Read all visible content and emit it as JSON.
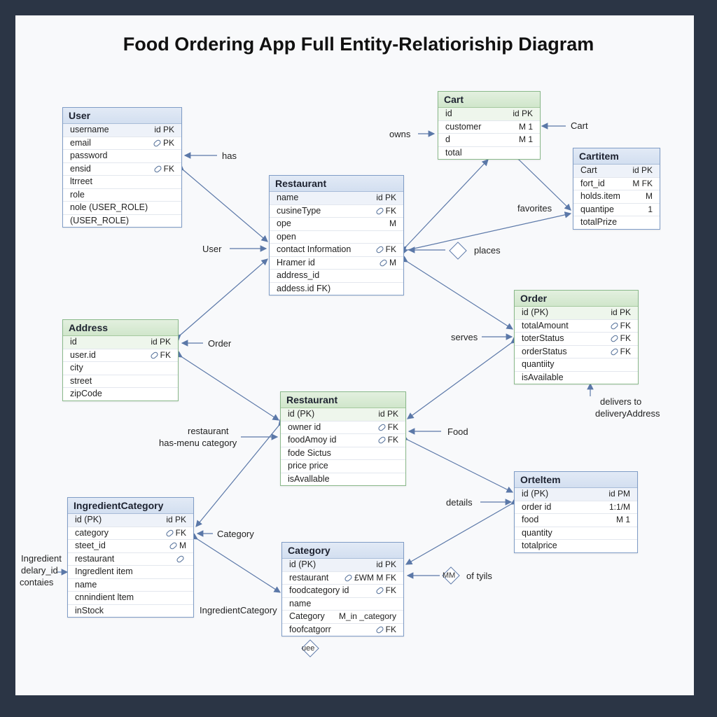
{
  "title": "Food Ordering App Full Entity-Relatioriship Diagram",
  "entities": {
    "user": {
      "name": "User",
      "rows": [
        {
          "field": "username",
          "key": "id PK"
        },
        {
          "field": "email",
          "key": "PK",
          "link": true
        },
        {
          "field": "password",
          "key": ""
        },
        {
          "field": "ensid",
          "key": "FK",
          "link": true
        },
        {
          "field": "ltrreet",
          "key": ""
        },
        {
          "field": "role",
          "key": ""
        },
        {
          "field": "nole (USER_ROLE)",
          "key": ""
        },
        {
          "field": "(USER_ROLE)",
          "key": ""
        }
      ]
    },
    "restaurant1": {
      "name": "Restaurant",
      "rows": [
        {
          "field": "name",
          "key": "id PK"
        },
        {
          "field": "cusineType",
          "key": "FK",
          "link": true
        },
        {
          "field": "ope",
          "key": "M"
        },
        {
          "field": "open",
          "key": ""
        },
        {
          "field": "contact Information",
          "key": "FK",
          "link": true
        },
        {
          "field": "Hramer id",
          "key": "M",
          "link": true
        },
        {
          "field": "address_id",
          "key": ""
        },
        {
          "field": "addess.id FK)",
          "key": ""
        }
      ]
    },
    "cart": {
      "name": "Cart",
      "rows": [
        {
          "field": "id",
          "key": "id PK"
        },
        {
          "field": "customer",
          "key": "M 1"
        },
        {
          "field": "d",
          "key": "M 1"
        },
        {
          "field": "total",
          "key": ""
        }
      ]
    },
    "cartitem": {
      "name": "Cartitem",
      "rows": [
        {
          "field": "Cart",
          "key": "id PK"
        },
        {
          "field": "fort_id",
          "key": "M FK"
        },
        {
          "field": "holds.item",
          "key": "M"
        },
        {
          "field": "quantipe",
          "key": "1"
        },
        {
          "field": "totalPrize",
          "key": ""
        }
      ]
    },
    "address": {
      "name": "Address",
      "rows": [
        {
          "field": "id",
          "key": "id PK"
        },
        {
          "field": "user.id",
          "key": "FK",
          "link": true
        },
        {
          "field": "city",
          "key": ""
        },
        {
          "field": "street",
          "key": ""
        },
        {
          "field": "zipCode",
          "key": ""
        }
      ]
    },
    "order": {
      "name": "Order",
      "rows": [
        {
          "field": "id (PK)",
          "key": "id PK"
        },
        {
          "field": "totalAmount",
          "key": "FK",
          "link": true
        },
        {
          "field": "toterStatus",
          "key": "FK",
          "link": true
        },
        {
          "field": "orderStatus",
          "key": "FK",
          "link": true
        },
        {
          "field": "quantiity",
          "key": ""
        },
        {
          "field": "isAvailable",
          "key": ""
        }
      ]
    },
    "restaurant2": {
      "name": "Restaurant",
      "rows": [
        {
          "field": "id (PK)",
          "key": "id PK"
        },
        {
          "field": "owner id",
          "key": "FK",
          "link": true
        },
        {
          "field": "foodAmoy id",
          "key": "FK",
          "link": true
        },
        {
          "field": "fode Sictus",
          "key": ""
        },
        {
          "field": "price price",
          "key": ""
        },
        {
          "field": "isAvallable",
          "key": ""
        }
      ]
    },
    "orderitem": {
      "name": "Orteltem",
      "rows": [
        {
          "field": "id (PK)",
          "key": "id PM"
        },
        {
          "field": "order id",
          "key": "1:1/M"
        },
        {
          "field": "food",
          "key": "M 1"
        },
        {
          "field": "quantity",
          "key": ""
        },
        {
          "field": "totalprice",
          "key": ""
        }
      ]
    },
    "ingredientcategory": {
      "name": "IngredientCategory",
      "rows": [
        {
          "field": "id (PK)",
          "key": "id PK"
        },
        {
          "field": "category",
          "key": "FK",
          "link": true
        },
        {
          "field": "steet_id",
          "key": "M",
          "link": true
        },
        {
          "field": "restaurant",
          "key": "",
          "link": true
        },
        {
          "field": "Ingredlent item",
          "key": ""
        },
        {
          "field": "name",
          "key": ""
        },
        {
          "field": "cnnindient ltem",
          "key": ""
        },
        {
          "field": "inStock",
          "key": ""
        }
      ]
    },
    "category": {
      "name": "Category",
      "rows": [
        {
          "field": "id (PK)",
          "key": "id PK"
        },
        {
          "field": "restaurant",
          "key": "£WM M FK",
          "link": true
        },
        {
          "field": "foodcategory id",
          "key": "FK",
          "link": true
        },
        {
          "field": "name",
          "key": ""
        },
        {
          "field": "Category",
          "key": "M_in _category"
        },
        {
          "field": "foofcatgorr",
          "key": "FK",
          "link": true
        }
      ]
    }
  },
  "labels": {
    "has": "has",
    "owns": "owns",
    "cart": "Cart",
    "favorites": "favorites",
    "user": "User",
    "places": "places",
    "order": "Order",
    "serves": "serves",
    "delivers_1": "delivers to",
    "delivers_2": "deliveryAddress",
    "restaurant": "restaurant",
    "has_menu": "has-menu category",
    "food": "Food",
    "details": "details",
    "category": "Category",
    "ingredient_1": "Ingredient",
    "ingredient_2": "delary_id",
    "ingredient_3": "contaies",
    "mm": "MM",
    "of_tyils": "of tyils",
    "ingredientcategory": "IngredientCategory",
    "uee": "uee"
  },
  "colors": {
    "background": "#2b3545",
    "canvas": "#f8f9fb",
    "edge": "#5b78a8"
  }
}
